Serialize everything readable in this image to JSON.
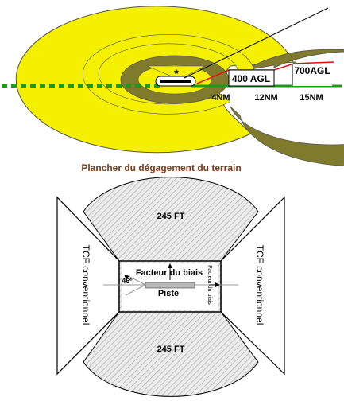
{
  "top_diagram": {
    "marker": "*",
    "labels": {
      "agl_400": "400 AGL",
      "agl_700": "700AGL",
      "nm_4": "4NM",
      "nm_12": "12NM",
      "nm_15": "15NM"
    },
    "caption": "Plancher du dégagement du terrain"
  },
  "bottom_diagram": {
    "top_area_label": "245 FT",
    "bottom_area_label": "245 FT",
    "left_tcf_label": "TCF conventionnel",
    "right_tcf_label": "TCF conventionnel",
    "bias_factor_label": "Facteur du biais",
    "bias_factor_vertical_label": "Facteur du biais",
    "runway_label": "Piste",
    "angle_label": "46°"
  },
  "colors": {
    "yellow": "#f4f000",
    "olive": "#807b2c",
    "green_line": "#1c9a1c",
    "red_line": "#e01010",
    "caption": "#7a3a1a",
    "hatch": "#b4b4b4",
    "runway_fill": "#b8b8b8"
  }
}
